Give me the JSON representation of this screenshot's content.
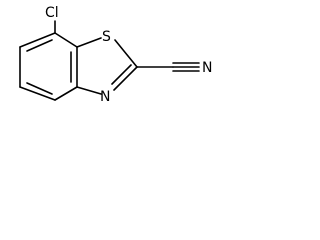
{
  "molecule": {
    "atoms": {
      "chlorine": "Cl",
      "sulfur": "S",
      "nitrogen_ring": "N",
      "nitrogen_nitrile": "N"
    }
  }
}
